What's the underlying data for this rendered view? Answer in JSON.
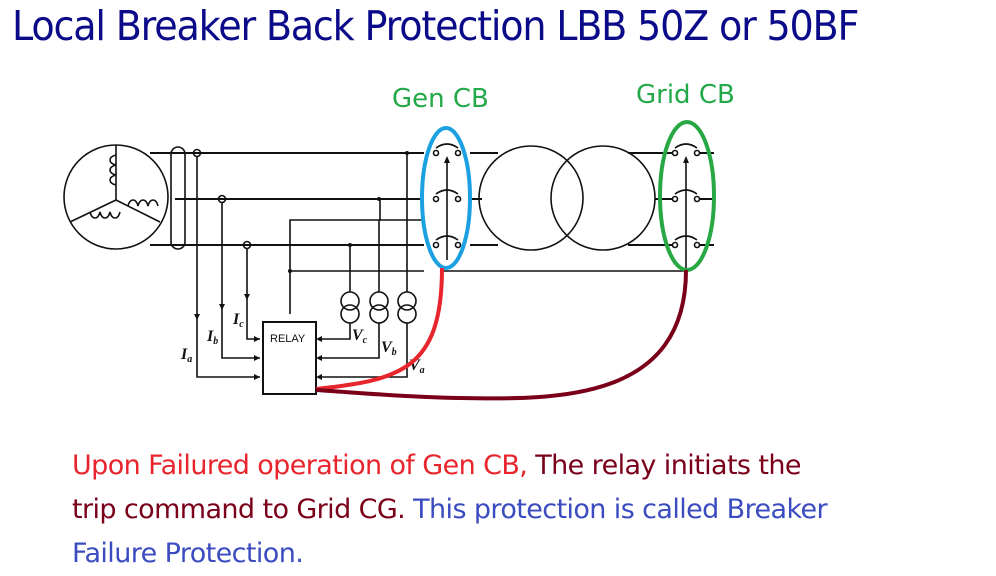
{
  "title": "Local Breaker Back Protection LBB 50Z or 50BF",
  "labels": {
    "gen_cb": "Gen CB",
    "grid_cb": "Grid CB",
    "relay": "RELAY",
    "currents": [
      {
        "main": "I",
        "sub": "a"
      },
      {
        "main": "I",
        "sub": "b"
      },
      {
        "main": "I",
        "sub": "c"
      }
    ],
    "voltages": [
      {
        "main": "V",
        "sub": "c"
      },
      {
        "main": "V",
        "sub": "b"
      },
      {
        "main": "V",
        "sub": "a"
      }
    ]
  },
  "caption": {
    "part1": "Upon Failured operation of Gen CB,",
    "part2": " The relay initiats the trip command to Grid CG.",
    "part3": " This protection is called Breaker Failure Protection."
  },
  "colors": {
    "title": "#0b0b8a",
    "cb_label": "#23a84a",
    "gen_cb_ellipse": "#1ba1e2",
    "grid_cb_ellipse": "#27a844",
    "gen_trip_wire": "#e8242c",
    "grid_trip_wire": "#7a0019",
    "caption_red": "#e8242c",
    "caption_maroon": "#7a0019",
    "caption_blue": "#3b4cc0"
  }
}
